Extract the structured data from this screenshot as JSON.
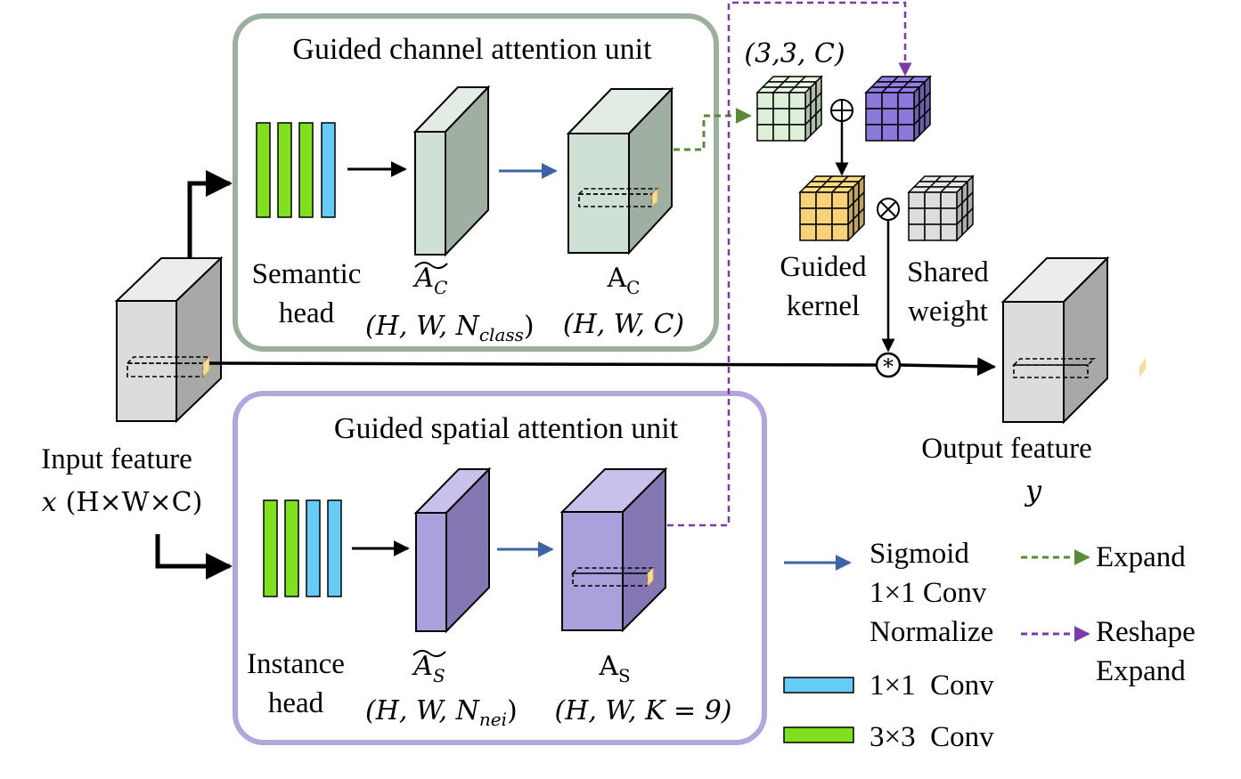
{
  "colors": {
    "green_conv": "#80e020",
    "blue_conv": "#66ccf5",
    "channel_box": "#9cb0a0",
    "spatial_box": "#b4a6dc",
    "channel_front": "#cfe0d4",
    "channel_side": "#9fb0a3",
    "spatial_front": "#ab9fdc",
    "spatial_side": "#8576b4",
    "grey_front": "#dcdcdc",
    "grey_side": "#a8a8a8",
    "arrow_blue": "#3e62a6",
    "arrow_green": "#5a8a38",
    "arrow_purple": "#7a3ba8",
    "kernel_green": "#dff0d8",
    "kernel_purple": "#8c78d8",
    "kernel_yellow": "#f7d27a",
    "kernel_grey": "#dddddd",
    "patch_yellow": "#f7dc9a"
  },
  "channel_unit": {
    "title": "Guided channel attention unit",
    "semantic_head_line1": "Semantic",
    "semantic_head_line2": "head",
    "ac_tilde_base": "A",
    "ac_tilde_sub": "C",
    "ac_tilde_shape_prefix": "(H, W, N",
    "ac_tilde_shape_sub": "class",
    "ac_tilde_shape_suffix": ")",
    "ac_base": "A",
    "ac_sub": "C",
    "ac_shape": "(H, W, C)"
  },
  "spatial_unit": {
    "title": "Guided spatial attention unit",
    "instance_head_line1": "Instance",
    "instance_head_line2": "head",
    "as_tilde_base": "A",
    "as_tilde_sub": "S",
    "as_tilde_shape_prefix": "(H, W, N",
    "as_tilde_shape_sub": "nei",
    "as_tilde_shape_suffix": ")",
    "as_base": "A",
    "as_sub": "S",
    "as_shape": "(H, W, K = 9)"
  },
  "input": {
    "label_line1": "Input feature",
    "label_var": "x",
    "label_shape": "(H×W×C)"
  },
  "output": {
    "label_line1": "Output feature",
    "label_var": "y"
  },
  "kernels": {
    "shape": "(3,3, C)",
    "guided_line1": "Guided",
    "guided_line2": "kernel",
    "shared_line1": "Shared",
    "shared_line2": "weight",
    "plus_symbol": "⊕",
    "times_symbol": "⊗",
    "conv_symbol": "*"
  },
  "legend": {
    "blue_arrow_line1": "Sigmoid",
    "blue_arrow_line2": "1×1 Conv",
    "blue_arrow_line3": "Normalize",
    "green_dashed": "Expand",
    "purple_dashed_line1": "Reshape",
    "purple_dashed_line2": "Expand",
    "blue_bar": "1×1  Conv",
    "green_bar": "3×3  Conv"
  }
}
